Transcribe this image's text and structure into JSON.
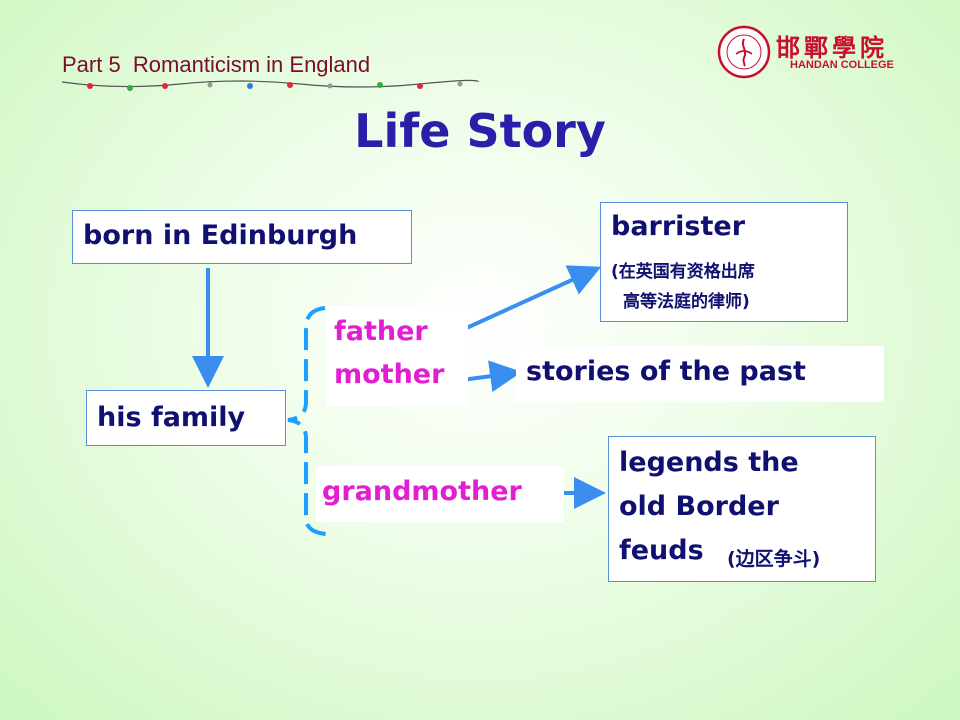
{
  "header": {
    "section": "Part 5  Romanticism in England",
    "logo_cn": "邯鄲學院",
    "logo_en": "HANDAN COLLEGE"
  },
  "title": "Life Story",
  "nodes": {
    "born": "born in Edinburgh",
    "family": "his family",
    "father": "father",
    "mother": "mother",
    "grandmother": "grandmother",
    "barrister": "barrister",
    "barrister_note_1": "(在英国有资格出席",
    "barrister_note_2": "高等法庭的律师)",
    "stories": "stories of the past",
    "legends_1": "legends the",
    "legends_2": "old Border",
    "legends_3": "feuds",
    "legends_note": "(边区争斗)"
  },
  "colors": {
    "arrow": "#3a8ef0",
    "bracket": "#1aa0ff",
    "node_text": "#101070",
    "relative_text": "#e21fd0",
    "title": "#2a1fa8",
    "header": "#7a0c2e"
  }
}
